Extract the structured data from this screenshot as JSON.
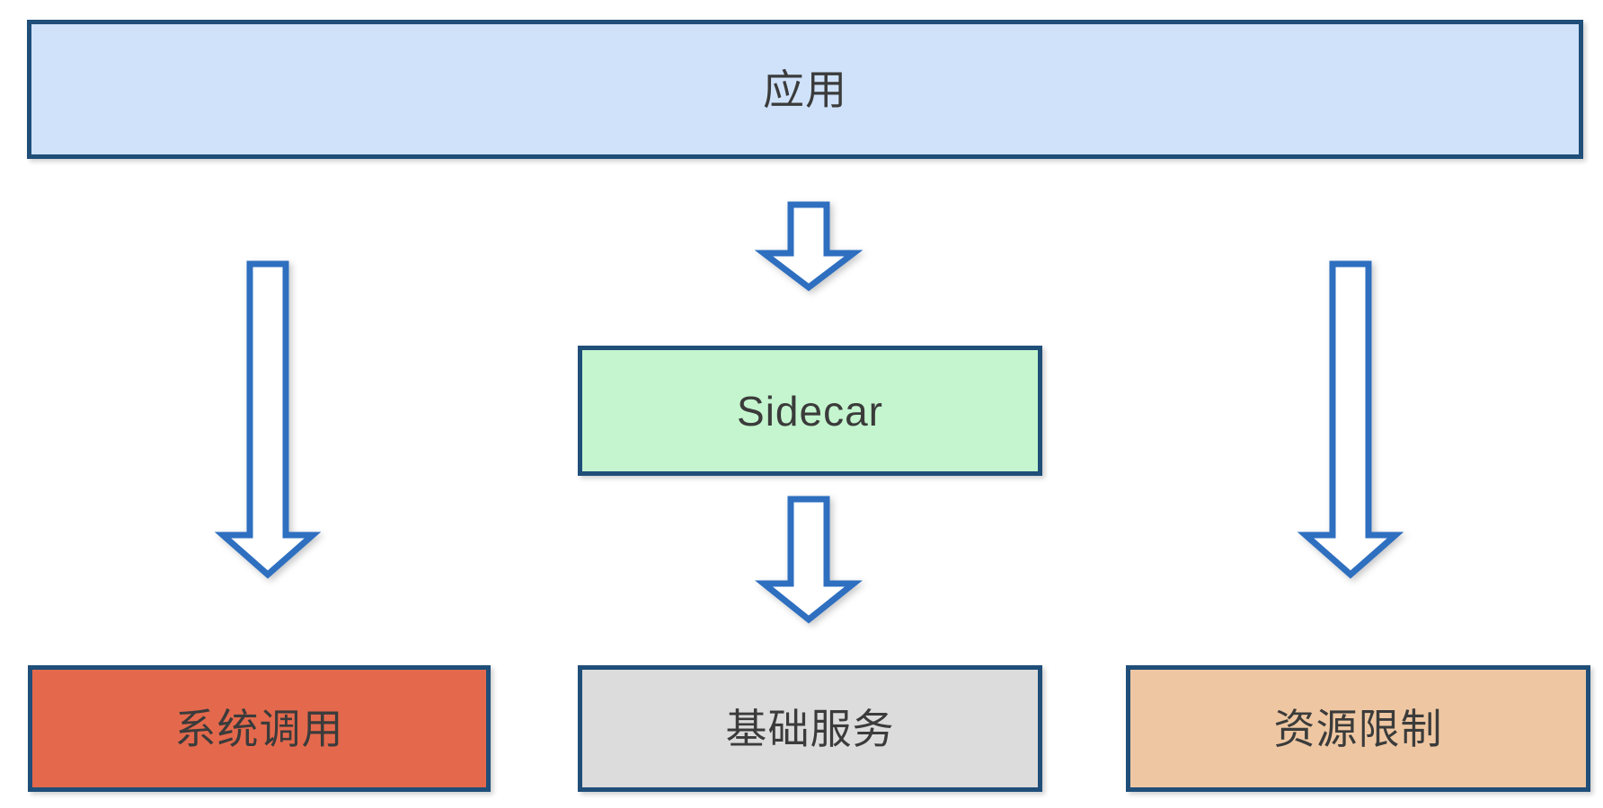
{
  "diagram": {
    "title_text": "应用",
    "type": "block-diagram",
    "background_color": "#FFFFFF",
    "border_color": "#1F4E79",
    "arrow_stroke_color": "#2E6FC0",
    "arrow_fill_color": "#FFFFFF",
    "text_color": "#3B3B3B",
    "nodes": [
      {
        "id": "app",
        "label": "应用",
        "fill": "#CFE2F9",
        "role": "application-layer"
      },
      {
        "id": "sidecar",
        "label": "Sidecar",
        "fill": "#C4F5CE",
        "role": "sidecar-proxy"
      },
      {
        "id": "syscall",
        "label": "系统调用",
        "fill": "#E4694C",
        "role": "system-call"
      },
      {
        "id": "base_service",
        "label": "基础服务",
        "fill": "#DCDCDC",
        "role": "base-service"
      },
      {
        "id": "resource_limit",
        "label": "资源限制",
        "fill": "#EEC7A2",
        "role": "resource-limit"
      }
    ],
    "connections": [
      {
        "id": "app-to-sidecar",
        "from": "app",
        "to": "sidecar",
        "direction": "down"
      },
      {
        "id": "sidecar-to-base-service",
        "from": "sidecar",
        "to": "base_service",
        "direction": "down"
      },
      {
        "id": "app-to-syscall",
        "from": "app",
        "to": "syscall",
        "direction": "down"
      },
      {
        "id": "app-to-resource-limit",
        "from": "app",
        "to": "resource_limit",
        "direction": "down"
      }
    ]
  }
}
